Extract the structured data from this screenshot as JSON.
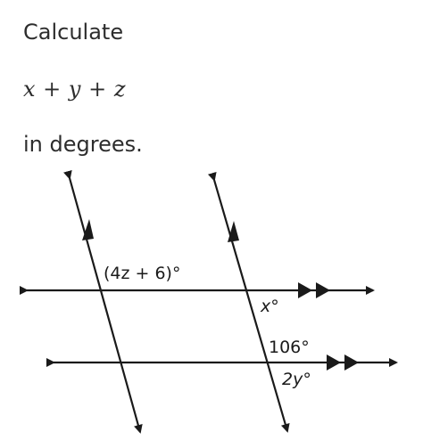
{
  "prompt": {
    "intro": "Calculate",
    "expression": "x + y + z",
    "outro": "in degrees."
  },
  "figure": {
    "labels": {
      "angle_top": "(4z + 6)°",
      "angle_x": "x°",
      "angle_106": "106°",
      "angle_2y": "2y°"
    },
    "colors": {
      "line": "#1a1a1a",
      "text": "#2d2d2d"
    }
  }
}
